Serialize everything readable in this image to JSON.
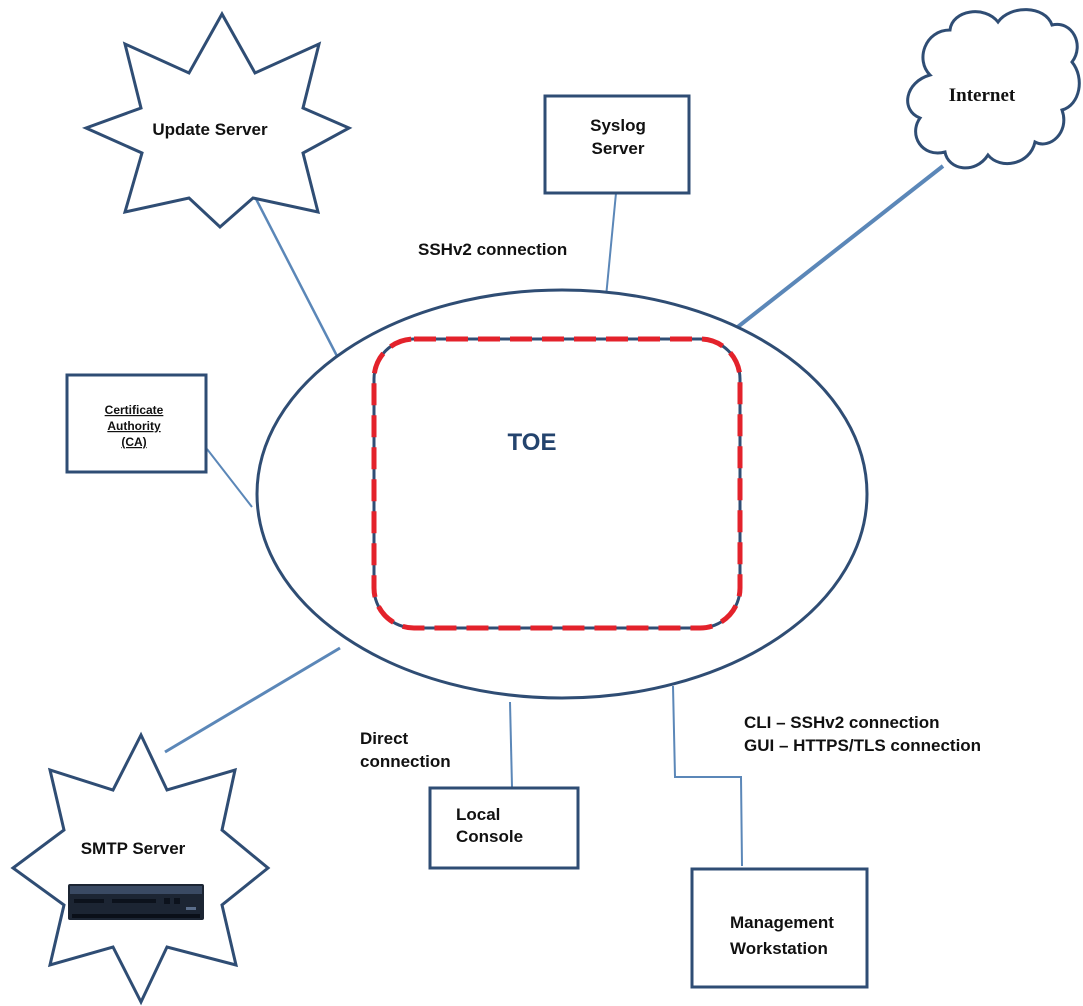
{
  "nodes": {
    "update_server": "Update Server",
    "syslog_server": [
      "Syslog",
      "Server"
    ],
    "internet": "Internet",
    "certificate_authority": [
      "Certificate",
      "Authority",
      "(CA)"
    ],
    "toe": "TOE",
    "smtp_server": "SMTP Server",
    "local_console": [
      "Local",
      "Console"
    ],
    "management_workstation": [
      "Management",
      "Workstation"
    ]
  },
  "connections": {
    "sshv2": "SSHv2 connection",
    "direct": [
      "Direct",
      "connection"
    ],
    "cli": "CLI – SSHv2 connection",
    "gui": "GUI – HTTPS/TLS connection"
  },
  "colors": {
    "outline": "#2f4d74",
    "line": "#5b87b8",
    "boundary": "#e3222b",
    "toe_text": "#23436d"
  }
}
